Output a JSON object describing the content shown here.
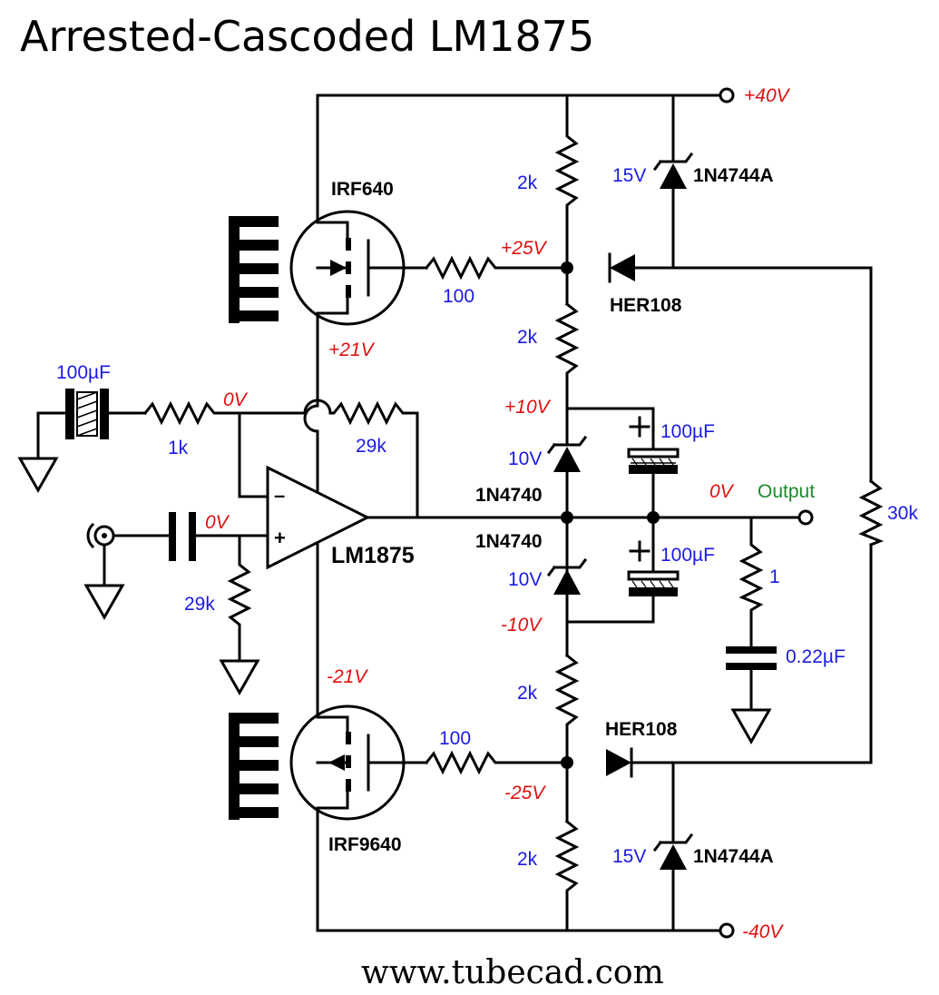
{
  "title": "Arrested-Cascoded LM1875",
  "footer": "www.tubecad.com",
  "labels": {
    "irf640": "IRF640",
    "irf9640": "IRF9640",
    "lm1875": "LM1875",
    "her108_top": "HER108",
    "her108_bot": "HER108",
    "z15_top_part": "1N4744A",
    "z15_bot_part": "1N4744A",
    "z10_top_part": "1N4740",
    "z10_bot_part": "1N4740"
  },
  "values": {
    "c_in": "100µF",
    "r_in": "1k",
    "r_fb": "29k",
    "r_bias": "29k",
    "r_div1": "2k",
    "r_div2": "2k",
    "r_div3": "2k",
    "r_div4": "2k",
    "r_gate_top": "100",
    "r_gate_bot": "100",
    "z15_top": "15V",
    "z15_bot": "15V",
    "z10_top": "10V",
    "z10_bot": "10V",
    "c_bypass_top": "100µF",
    "c_bypass_bot": "100µF",
    "r_zobel": "1",
    "c_zobel": "0.22µF",
    "r_30k": "30k"
  },
  "voltages": {
    "vpos": "+40V",
    "vneg": "-40V",
    "gate_top": "+25V",
    "gate_bot": "-25V",
    "src_top": "+21V",
    "src_bot": "-21V",
    "node_p10": "+10V",
    "node_m10": "-10V",
    "inv_in": "0V",
    "noninv_in": "0V",
    "out": "0V"
  },
  "output_label": "Output",
  "colors": {
    "part": "#000000",
    "value": "#1a1ae6",
    "voltage": "#e01010",
    "output": "#1a8a2a"
  }
}
